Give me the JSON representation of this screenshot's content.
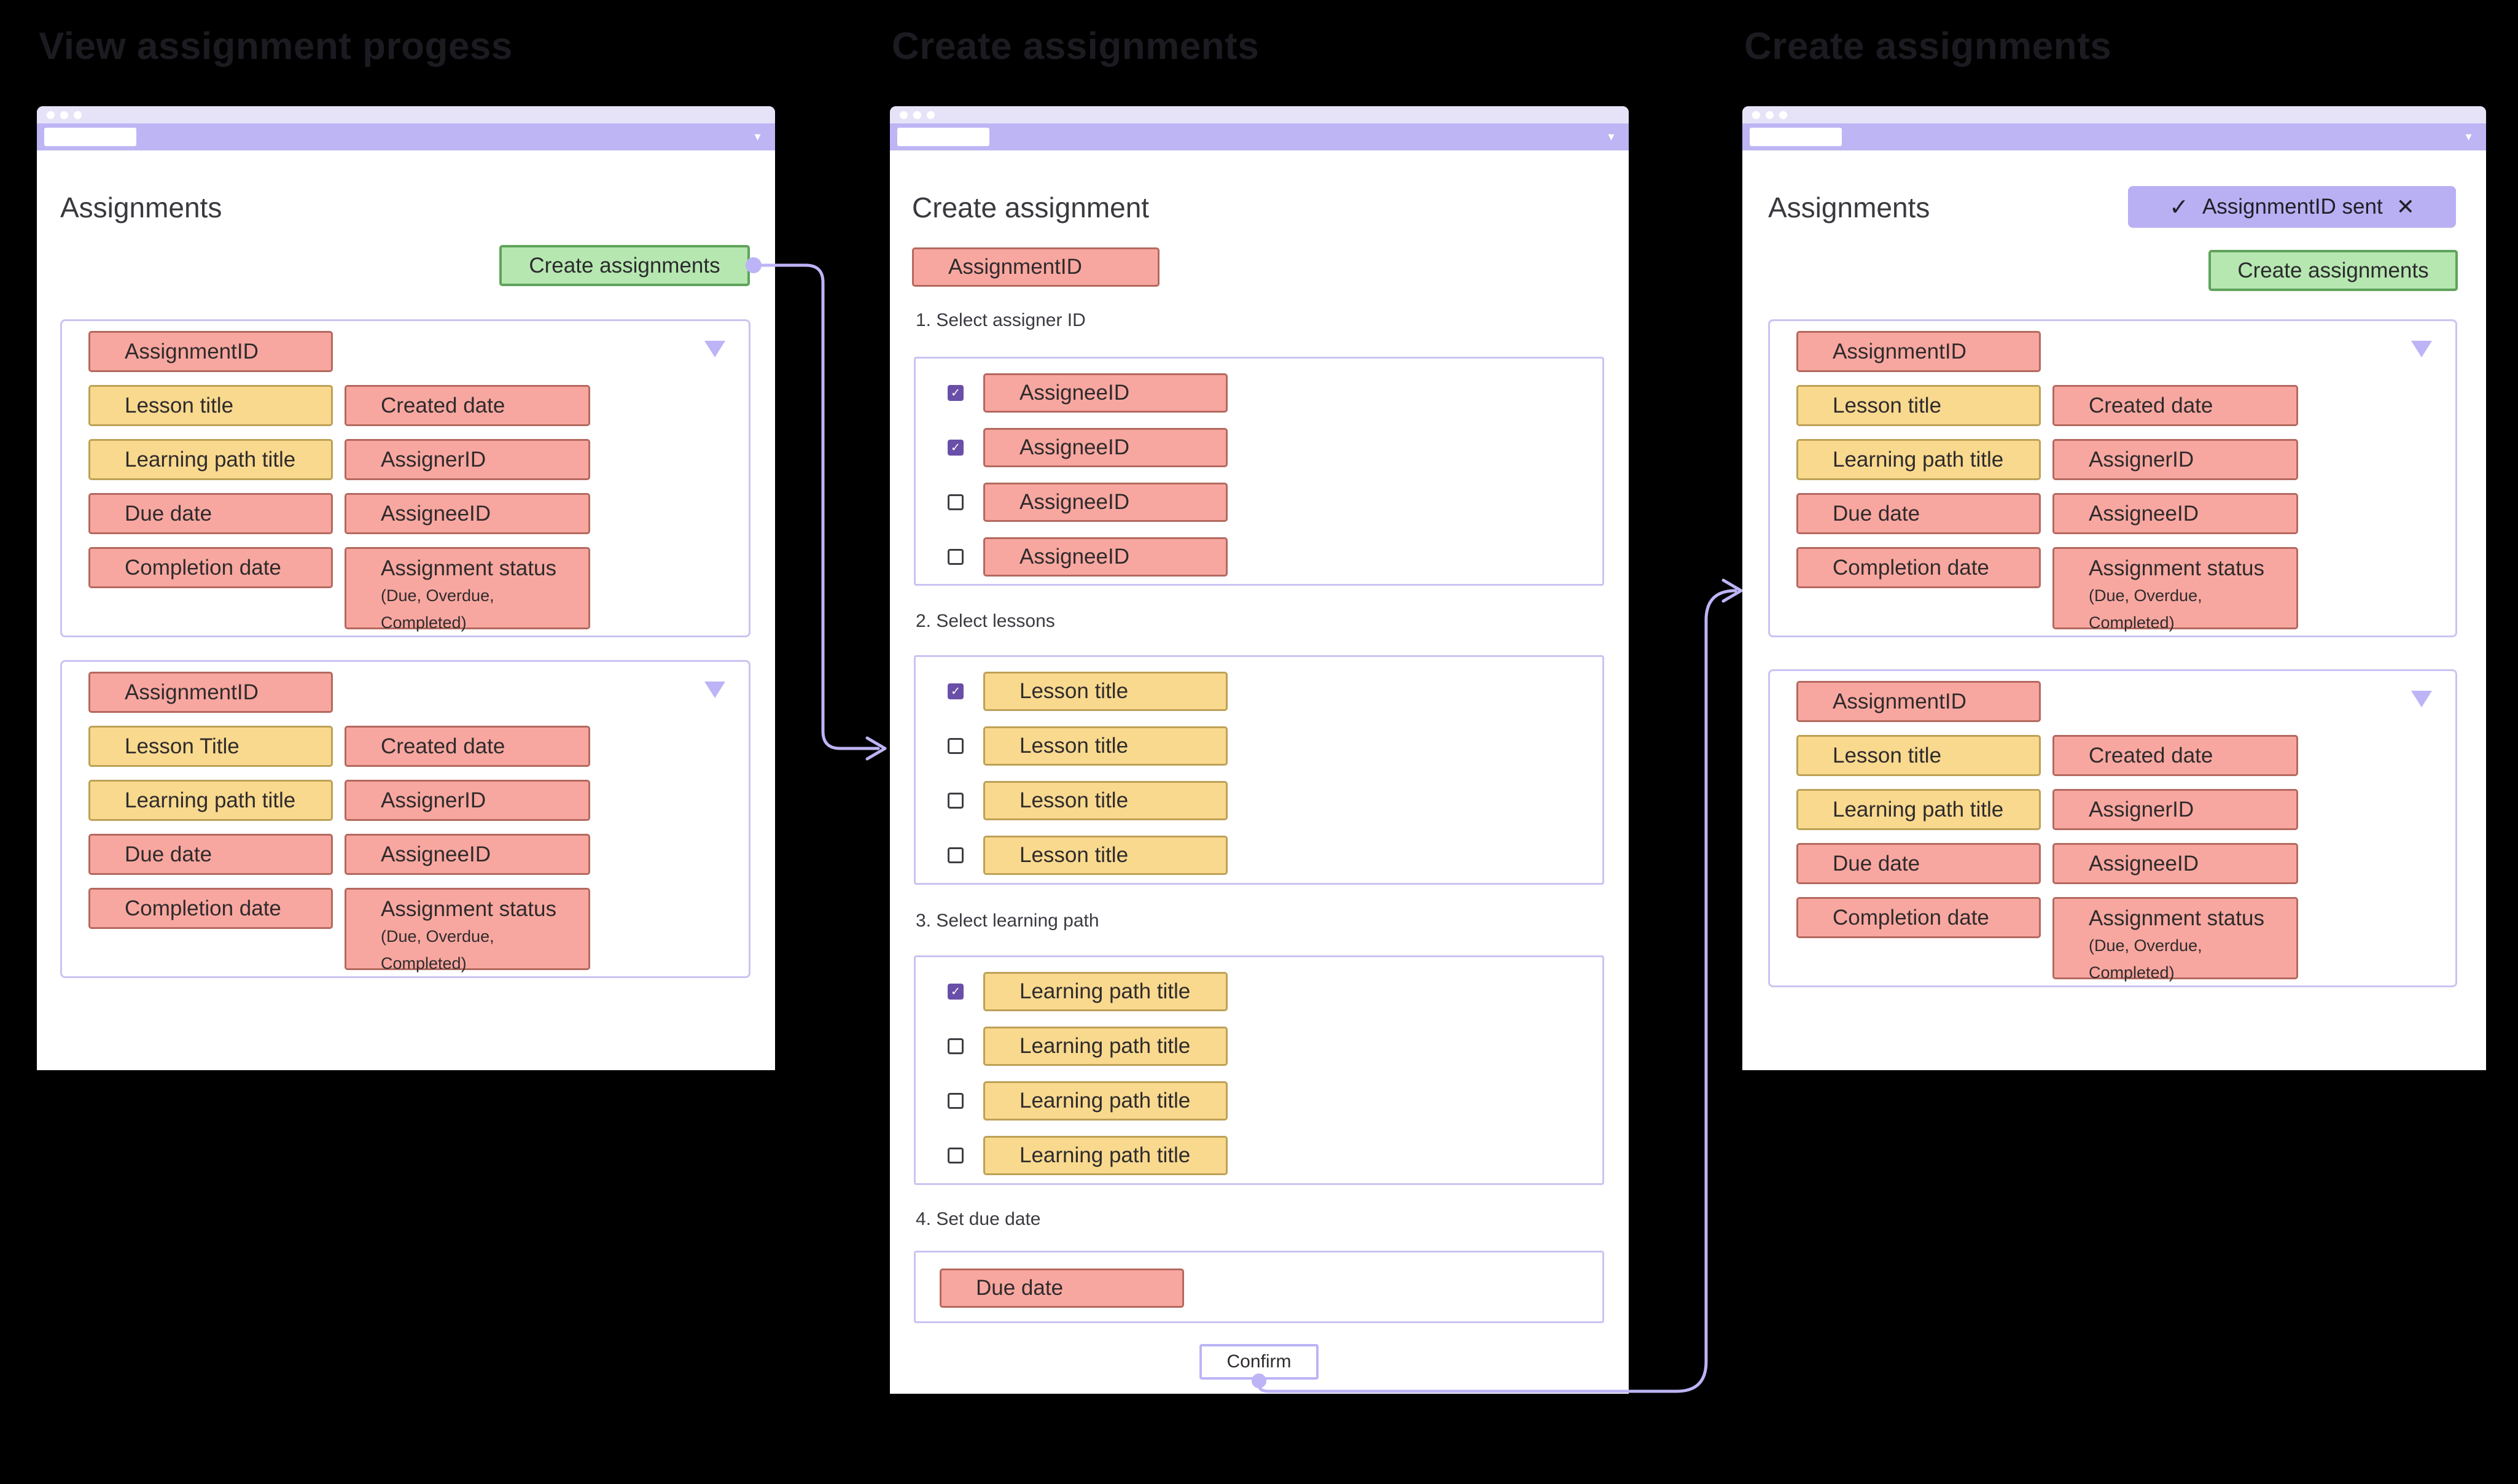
{
  "colors": {
    "title_text": "#1b1b21",
    "heading_text": "#3a393f",
    "chip_text": "#2f2b2c",
    "chrome_top": "#e6e3f9",
    "chrome_bar": "#bdb5f4",
    "accent": "#bcb4f6",
    "panel_border": "#c9c4f2",
    "chip_red_bg": "#f8a7a0",
    "chip_red_border": "#b4695f",
    "chip_yellow_bg": "#f8d98e",
    "chip_yellow_border": "#bda156",
    "green_bg": "#b6e7b0",
    "green_border": "#5fa35a",
    "check_bg": "#6a4fa9",
    "toast_bg": "#b9b0f4"
  },
  "icons": {
    "menu_caret": "▼",
    "check": "✓"
  },
  "panels": {
    "left": {
      "title": "View assignment progess",
      "heading": "Assignments",
      "create_button": "Create assignments",
      "cards": [
        {
          "header_chip": {
            "label": "AssignmentID",
            "color": "red"
          },
          "rows": [
            {
              "left": {
                "label": "Lesson title",
                "color": "yellow"
              },
              "right": {
                "label": "Created date",
                "color": "red"
              }
            },
            {
              "left": {
                "label": "Learning path title",
                "color": "yellow"
              },
              "right": {
                "label": "AssignerID",
                "color": "red"
              }
            },
            {
              "left": {
                "label": "Due date",
                "color": "red"
              },
              "right": {
                "label": "AssigneeID",
                "color": "red"
              }
            },
            {
              "left": {
                "label": "Completion date",
                "color": "red"
              },
              "right": {
                "label": "Assignment status",
                "color": "red",
                "tall": true,
                "sub": [
                  "(Due, Overdue,",
                  "Completed)"
                ]
              }
            }
          ]
        },
        {
          "header_chip": {
            "label": "AssignmentID",
            "color": "red"
          },
          "rows": [
            {
              "left": {
                "label": "Lesson Title",
                "color": "yellow"
              },
              "right": {
                "label": "Created date",
                "color": "red"
              }
            },
            {
              "left": {
                "label": "Learning path title",
                "color": "yellow"
              },
              "right": {
                "label": "AssignerID",
                "color": "red"
              }
            },
            {
              "left": {
                "label": "Due date",
                "color": "red"
              },
              "right": {
                "label": "AssigneeID",
                "color": "red"
              }
            },
            {
              "left": {
                "label": "Completion date",
                "color": "red"
              },
              "right": {
                "label": "Assignment status",
                "color": "red",
                "tall": true,
                "sub": [
                  "(Due, Overdue,",
                  "Completed)"
                ]
              }
            }
          ]
        }
      ]
    },
    "middle": {
      "title": "Create assignments",
      "heading": "Create assignment",
      "header_chip": {
        "label": "AssignmentID",
        "color": "red"
      },
      "steps": [
        {
          "label": "1. Select assigner ID",
          "items": [
            {
              "label": "AssigneeID",
              "color": "red",
              "checked": true
            },
            {
              "label": "AssigneeID",
              "color": "red",
              "checked": true
            },
            {
              "label": "AssigneeID",
              "color": "red",
              "checked": false
            },
            {
              "label": "AssigneeID",
              "color": "red",
              "checked": false
            }
          ]
        },
        {
          "label": "2. Select lessons",
          "items": [
            {
              "label": "Lesson title",
              "color": "yellow",
              "checked": true
            },
            {
              "label": "Lesson title",
              "color": "yellow",
              "checked": false
            },
            {
              "label": "Lesson title",
              "color": "yellow",
              "checked": false
            },
            {
              "label": "Lesson title",
              "color": "yellow",
              "checked": false
            }
          ]
        },
        {
          "label": "3. Select learning path",
          "items": [
            {
              "label": "Learning path title",
              "color": "yellow",
              "checked": true
            },
            {
              "label": "Learning path title",
              "color": "yellow",
              "checked": false
            },
            {
              "label": "Learning path title",
              "color": "yellow",
              "checked": false
            },
            {
              "label": "Learning path title",
              "color": "yellow",
              "checked": false
            }
          ]
        },
        {
          "label": "4. Set due date",
          "items": [
            {
              "label": "Due date",
              "color": "red",
              "checked": null
            }
          ]
        }
      ],
      "confirm": "Confirm"
    },
    "right": {
      "title": "Create assignments",
      "heading": "Assignments",
      "toast": {
        "check_icon": "✓",
        "text": "AssignmentID sent",
        "close_icon": "✕"
      },
      "create_button": "Create assignments",
      "cards": [
        {
          "header_chip": {
            "label": "AssignmentID",
            "color": "red"
          },
          "rows": [
            {
              "left": {
                "label": "Lesson title",
                "color": "yellow"
              },
              "right": {
                "label": "Created date",
                "color": "red"
              }
            },
            {
              "left": {
                "label": "Learning path title",
                "color": "yellow"
              },
              "right": {
                "label": "AssignerID",
                "color": "red"
              }
            },
            {
              "left": {
                "label": "Due date",
                "color": "red"
              },
              "right": {
                "label": "AssigneeID",
                "color": "red"
              }
            },
            {
              "left": {
                "label": "Completion date",
                "color": "red"
              },
              "right": {
                "label": "Assignment status",
                "color": "red",
                "tall": true,
                "sub": [
                  "(Due, Overdue,",
                  "Completed)"
                ]
              }
            }
          ]
        },
        {
          "header_chip": {
            "label": "AssignmentID",
            "color": "red"
          },
          "rows": [
            {
              "left": {
                "label": "Lesson title",
                "color": "yellow"
              },
              "right": {
                "label": "Created date",
                "color": "red"
              }
            },
            {
              "left": {
                "label": "Learning path title",
                "color": "yellow"
              },
              "right": {
                "label": "AssignerID",
                "color": "red"
              }
            },
            {
              "left": {
                "label": "Due date",
                "color": "red"
              },
              "right": {
                "label": "AssigneeID",
                "color": "red"
              }
            },
            {
              "left": {
                "label": "Completion date",
                "color": "red"
              },
              "right": {
                "label": "Assignment status",
                "color": "red",
                "tall": true,
                "sub": [
                  "(Due, Overdue,",
                  "Completed)"
                ]
              }
            }
          ]
        }
      ]
    }
  }
}
